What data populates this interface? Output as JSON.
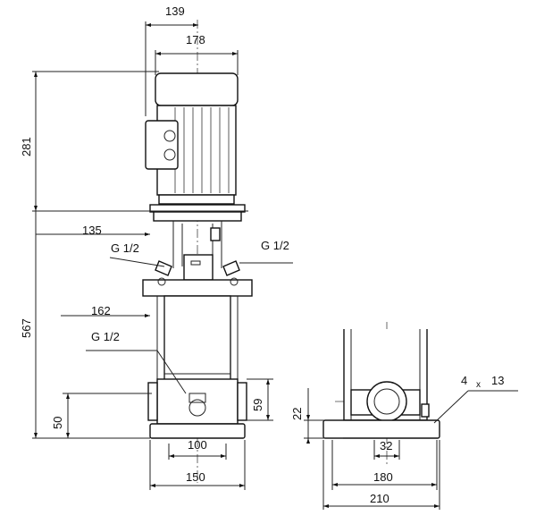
{
  "dimensions": {
    "motor_offset": "139",
    "motor_width": "178",
    "motor_height": "281",
    "upper_reach": "135",
    "pump_height": "567",
    "mid_reach": "162",
    "port_height": "59",
    "inlet_height": "50",
    "base_inner": "100",
    "base_width": "150",
    "side_height": "22",
    "port_diameter": "32",
    "hole_spacing": "180",
    "base_length": "210",
    "holes": "4",
    "hole_times": "x",
    "hole_size": "13"
  },
  "labels": {
    "plug_left": "G 1/2",
    "plug_right": "G 1/2",
    "plug_lower": "G 1/2"
  }
}
